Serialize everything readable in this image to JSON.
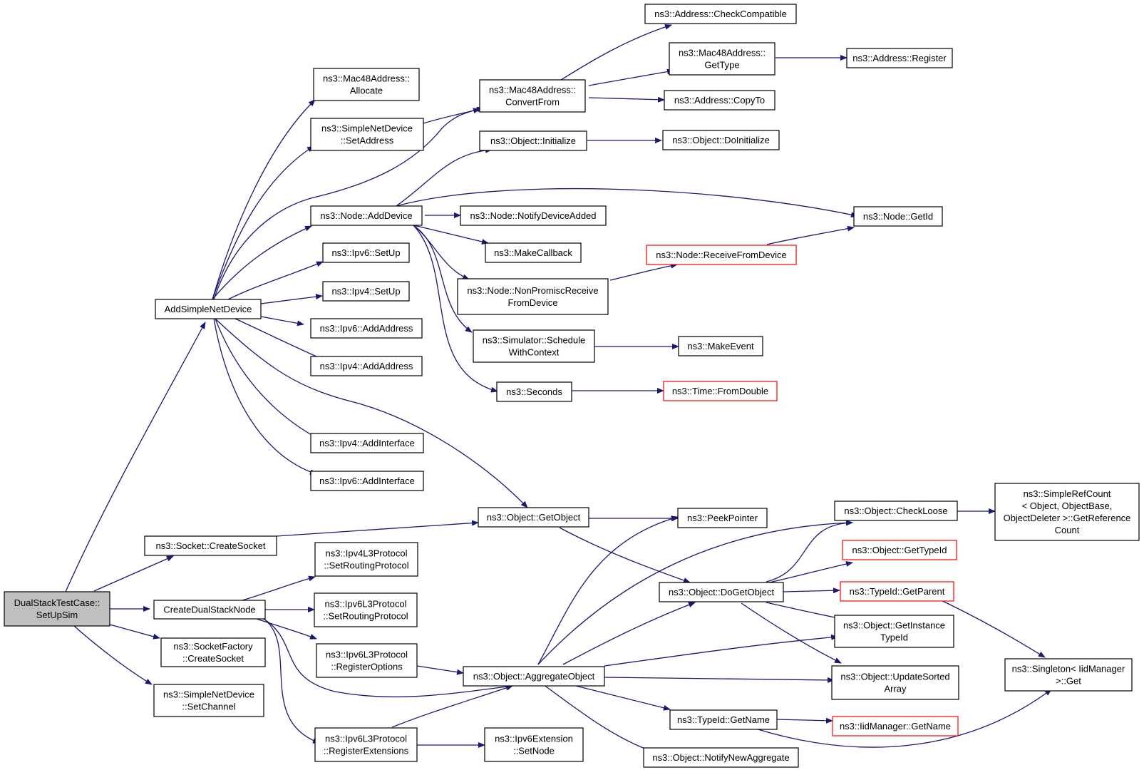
{
  "colors": {
    "edge": "#191970",
    "root_fill": "#bfbfbf",
    "truncated_border": "#ff0000"
  },
  "nodes": [
    {
      "id": "dualstack",
      "lines": [
        "DualStackTestCase::",
        "SetUpSim"
      ],
      "root": true
    },
    {
      "id": "addsimple",
      "lines": [
        "AddSimpleNetDevice"
      ]
    },
    {
      "id": "createsocket",
      "lines": [
        "ns3::Socket::CreateSocket"
      ]
    },
    {
      "id": "createdualstack",
      "lines": [
        "CreateDualStackNode"
      ]
    },
    {
      "id": "sfcreatesocket",
      "lines": [
        "ns3::SocketFactory",
        "::CreateSocket"
      ]
    },
    {
      "id": "snd_setchannel",
      "lines": [
        "ns3::SimpleNetDevice",
        "::SetChannel"
      ]
    },
    {
      "id": "mac_allocate",
      "lines": [
        "ns3::Mac48Address::",
        "Allocate"
      ]
    },
    {
      "id": "snd_setaddress",
      "lines": [
        "ns3::SimpleNetDevice",
        "::SetAddress"
      ]
    },
    {
      "id": "node_adddevice",
      "lines": [
        "ns3::Node::AddDevice"
      ]
    },
    {
      "id": "ipv6_setup",
      "lines": [
        "ns3::Ipv6::SetUp"
      ]
    },
    {
      "id": "ipv4_setup",
      "lines": [
        "ns3::Ipv4::SetUp"
      ]
    },
    {
      "id": "ipv6_addaddress",
      "lines": [
        "ns3::Ipv6::AddAddress"
      ]
    },
    {
      "id": "ipv4_addaddress",
      "lines": [
        "ns3::Ipv4::AddAddress"
      ]
    },
    {
      "id": "ipv4_addinterface",
      "lines": [
        "ns3::Ipv4::AddInterface"
      ]
    },
    {
      "id": "ipv6_addinterface",
      "lines": [
        "ns3::Ipv6::AddInterface"
      ]
    },
    {
      "id": "mac_convertfrom",
      "lines": [
        "ns3::Mac48Address::",
        "ConvertFrom"
      ]
    },
    {
      "id": "obj_initialize",
      "lines": [
        "ns3::Object::Initialize"
      ]
    },
    {
      "id": "node_notifydeviceadded",
      "lines": [
        "ns3::Node::NotifyDeviceAdded"
      ]
    },
    {
      "id": "makecallback",
      "lines": [
        "ns3::MakeCallback"
      ]
    },
    {
      "id": "node_nonpromisc",
      "lines": [
        "ns3::Node::NonPromiscReceive",
        "FromDevice"
      ]
    },
    {
      "id": "sim_schedule",
      "lines": [
        "ns3::Simulator::Schedule",
        "WithContext"
      ]
    },
    {
      "id": "seconds",
      "lines": [
        "ns3::Seconds"
      ]
    },
    {
      "id": "addr_checkcompatible",
      "lines": [
        "ns3::Address::CheckCompatible"
      ]
    },
    {
      "id": "mac_gettype",
      "lines": [
        "ns3::Mac48Address::",
        "GetType"
      ]
    },
    {
      "id": "addr_copyto",
      "lines": [
        "ns3::Address::CopyTo"
      ]
    },
    {
      "id": "obj_doinitialize",
      "lines": [
        "ns3::Object::DoInitialize"
      ]
    },
    {
      "id": "addr_register",
      "lines": [
        "ns3::Address::Register"
      ]
    },
    {
      "id": "node_getid",
      "lines": [
        "ns3::Node::GetId"
      ]
    },
    {
      "id": "node_receivefromdevice",
      "lines": [
        "ns3::Node::ReceiveFromDevice"
      ],
      "truncated": true
    },
    {
      "id": "makeevent",
      "lines": [
        "ns3::MakeEvent"
      ]
    },
    {
      "id": "time_fromdouble",
      "lines": [
        "ns3::Time::FromDouble"
      ],
      "truncated": true
    },
    {
      "id": "obj_getobject",
      "lines": [
        "ns3::Object::GetObject"
      ]
    },
    {
      "id": "ipv4l3_setrouting",
      "lines": [
        "ns3::Ipv4L3Protocol",
        "::SetRoutingProtocol"
      ]
    },
    {
      "id": "ipv6l3_setrouting",
      "lines": [
        "ns3::Ipv6L3Protocol",
        "::SetRoutingProtocol"
      ]
    },
    {
      "id": "ipv6l3_registeroptions",
      "lines": [
        "ns3::Ipv6L3Protocol",
        "::RegisterOptions"
      ]
    },
    {
      "id": "ipv6l3_registerext",
      "lines": [
        "ns3::Ipv6L3Protocol",
        "::RegisterExtensions"
      ]
    },
    {
      "id": "obj_aggregate",
      "lines": [
        "ns3::Object::AggregateObject"
      ]
    },
    {
      "id": "ipv6ext_setnode",
      "lines": [
        "ns3::Ipv6Extension",
        "::SetNode"
      ]
    },
    {
      "id": "peekpointer",
      "lines": [
        "ns3::PeekPointer"
      ]
    },
    {
      "id": "obj_dogetobject",
      "lines": [
        "ns3::Object::DoGetObject"
      ]
    },
    {
      "id": "typeid_getname",
      "lines": [
        "ns3::TypeId::GetName"
      ]
    },
    {
      "id": "obj_notifynewaggregate",
      "lines": [
        "ns3::Object::NotifyNewAggregate"
      ]
    },
    {
      "id": "obj_checkloose",
      "lines": [
        "ns3::Object::CheckLoose"
      ]
    },
    {
      "id": "obj_gettypeid",
      "lines": [
        "ns3::Object::GetTypeId"
      ],
      "truncated": true
    },
    {
      "id": "typeid_getparent",
      "lines": [
        "ns3::TypeId::GetParent"
      ],
      "truncated": true
    },
    {
      "id": "obj_getinstancetypeid",
      "lines": [
        "ns3::Object::GetInstance",
        "TypeId"
      ]
    },
    {
      "id": "obj_updatesorted",
      "lines": [
        "ns3::Object::UpdateSorted",
        "Array"
      ]
    },
    {
      "id": "iidmanager_getname",
      "lines": [
        "ns3::IidManager::GetName"
      ],
      "truncated": true
    },
    {
      "id": "simplerefcount",
      "lines": [
        "ns3::SimpleRefCount",
        "< Object, ObjectBase,",
        "ObjectDeleter >::GetReference",
        "Count"
      ]
    },
    {
      "id": "singleton_get",
      "lines": [
        "ns3::Singleton< IidManager",
        ">::Get"
      ]
    }
  ]
}
